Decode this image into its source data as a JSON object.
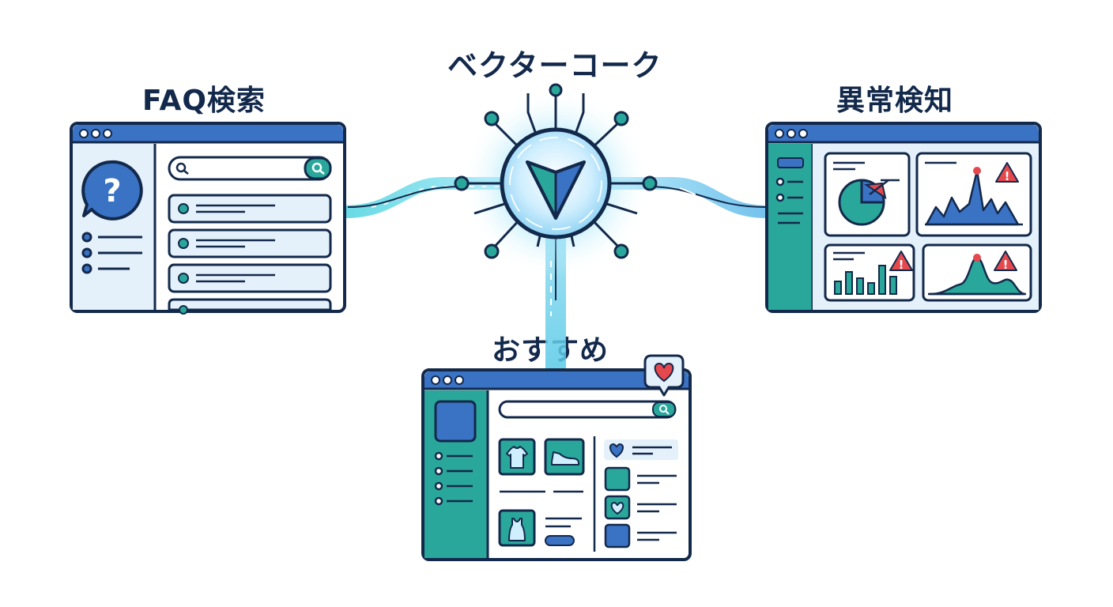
{
  "hub": {
    "title": "ベクターコーク",
    "icon": "vector-logo-icon"
  },
  "panels": {
    "faq": {
      "title": "FAQ検索",
      "icons": [
        "question-bubble-icon",
        "search-icon"
      ],
      "result_rows": 4
    },
    "anomaly": {
      "title": "異常検知",
      "icons": [
        "pie-chart-icon",
        "area-chart-icon",
        "bar-chart-icon",
        "warning-icon"
      ]
    },
    "recommend": {
      "title": "おすすめ",
      "icons": [
        "heart-icon",
        "tshirt-icon",
        "shoe-icon",
        "tanktop-icon",
        "search-icon"
      ]
    }
  },
  "colors": {
    "frame": "#13294b",
    "titlebar": "#3a72c4",
    "panel_bg": "#e4f1fb",
    "teal": "#2aa79b",
    "glow": "#5fd6ef",
    "alert": "#e5484d",
    "blue": "#3a72c4"
  }
}
